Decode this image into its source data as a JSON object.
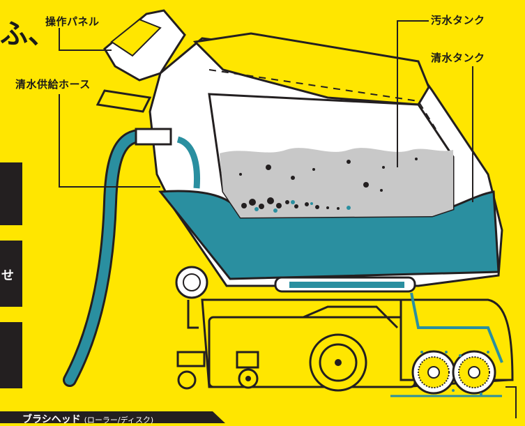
{
  "heading_fragment": "ふ、",
  "side_fragment": "せ",
  "labels": {
    "control_panel": "操作パネル",
    "fresh_water_hose": "清水供給ホース",
    "dirty_water_tank": "汚水タンク",
    "clean_water_tank": "清水タンク",
    "brush_head": "ブラシヘッド",
    "brush_head_detail": "(ローラー/ディスク)"
  },
  "colors": {
    "background": "#ffe600",
    "machine_body": "#ffe600",
    "outline": "#231f20",
    "clean_water": "#2a8fa0",
    "dirty_water": "#c8c8c8",
    "tank_shell": "#ffffff"
  }
}
